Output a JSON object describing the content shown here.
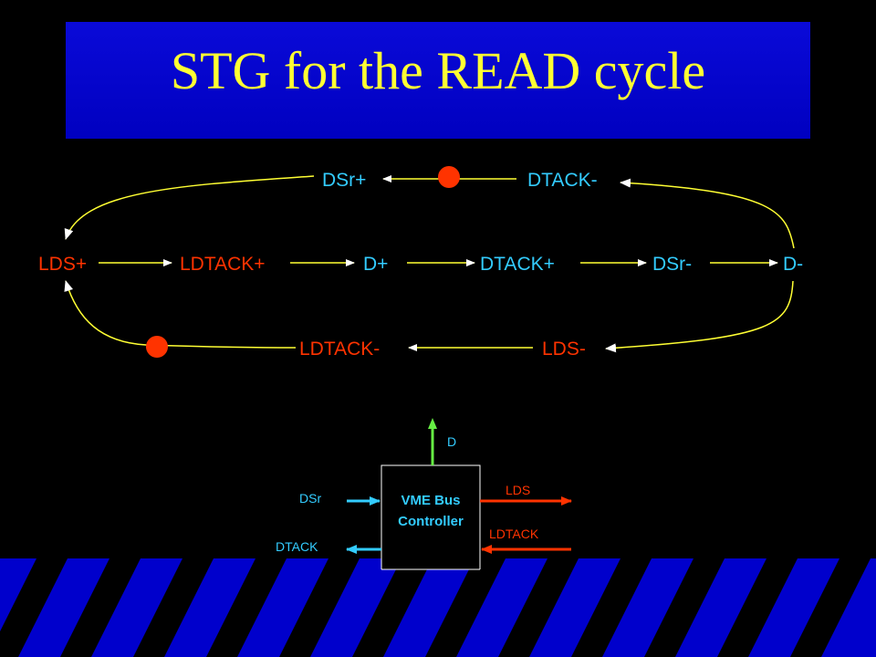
{
  "title": "STG for the READ cycle",
  "colors": {
    "input": "#33ccff",
    "output": "#ff3300",
    "arc": "#ffff33",
    "token": "#ff3300",
    "title": "#ffff33",
    "title_bg": "#0000cc"
  },
  "stg": {
    "nodes": {
      "lds_plus": "LDS+",
      "ldtack_plus": "LDTACK+",
      "d_plus": "D+",
      "dtack_plus": "DTACK+",
      "dsr_minus": "DSr-",
      "d_minus": "D-",
      "dsr_plus": "DSr+",
      "dtack_minus": "DTACK-",
      "ldtack_minus": "LDTACK-",
      "lds_minus": "LDS-"
    }
  },
  "block": {
    "label_line1": "VME Bus",
    "label_line2": "Controller",
    "signals": {
      "d": "D",
      "dsr": "DSr",
      "dtack": "DTACK",
      "lds": "LDS",
      "ldtack": "LDTACK"
    }
  }
}
